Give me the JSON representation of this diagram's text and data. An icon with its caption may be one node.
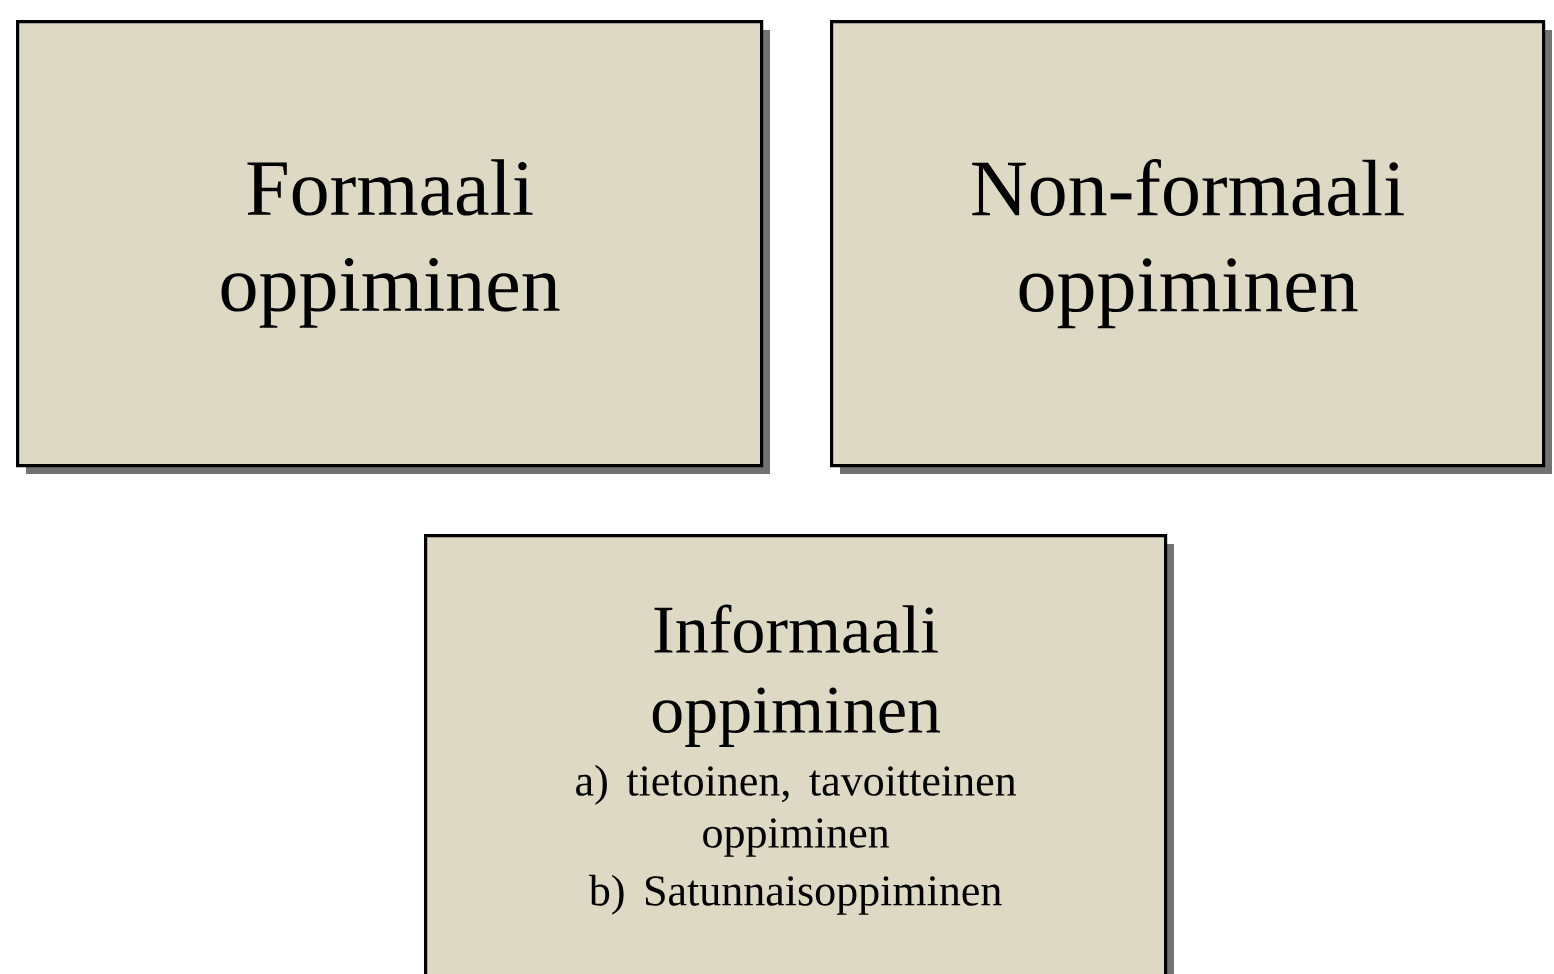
{
  "diagram": {
    "nodes": [
      {
        "text": [
          "Formaali oppiminen"
        ]
      },
      {
        "text": [
          "Non-formaali oppiminen"
        ]
      },
      {
        "text": [
          "Informaali oppiminen",
          "a) tietoinen, tavoitteinen oppiminen",
          "b) Satunnaisoppiminen"
        ]
      }
    ]
  }
}
